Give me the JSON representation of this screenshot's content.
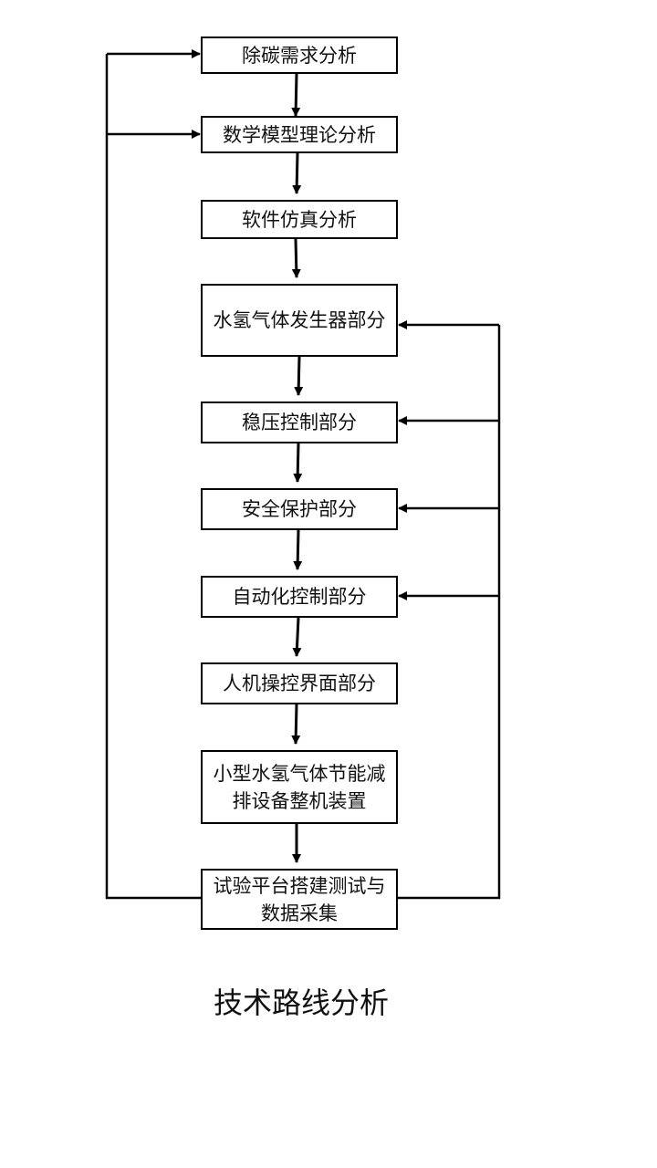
{
  "diagram": {
    "steps": [
      "除碳需求分析",
      "数学模型理论分析",
      "软件仿真分析",
      "水氢气体发生器部分",
      "稳压控制部分",
      "安全保护部分",
      "自动化控制部分",
      "人机操控界面部分",
      "小型水氢气体节能减排设备整机装置",
      "试验平台搭建测试与数据采集"
    ],
    "caption": "技术路线分析"
  }
}
